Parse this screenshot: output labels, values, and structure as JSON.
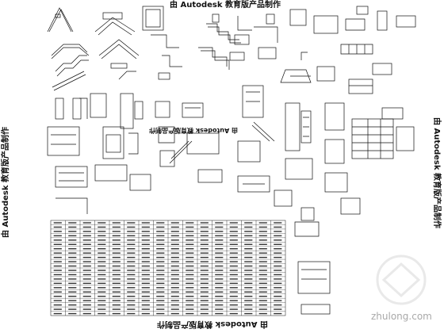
{
  "stamps": {
    "top": "由 Autodesk 教育版产品制作",
    "bottom": "由 Autodesk 教育版产品制作",
    "left": "由 Autodesk 教育版产品制作",
    "right": "由 Autodesk 教育版产品制作",
    "middle": "由 Autodesk 教育版产品制作"
  },
  "watermark": "zhulong.com",
  "table": {
    "columns": 16,
    "rows": 22
  },
  "colors": {
    "line": "#111111",
    "watermark": "#9a9a9a"
  }
}
